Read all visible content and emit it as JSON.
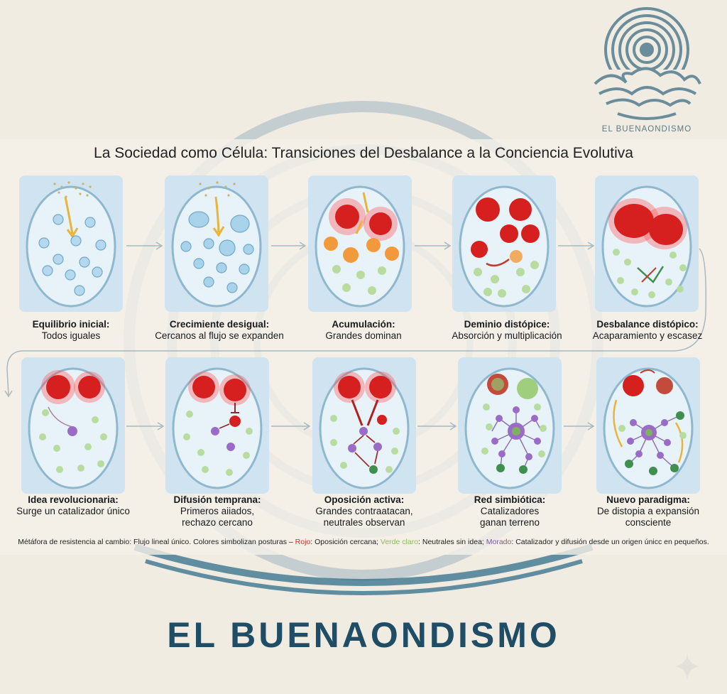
{
  "title": "La Sociedad como Célula: Transiciones del Desbalance a la Conciencia Evolutiva",
  "brand_small": "EL BUENAONDISMO",
  "brand_large": "EL BUENAONDISMO",
  "stages": [
    {
      "heading": "Equilibrio inicial:",
      "desc": "Todos iguales"
    },
    {
      "heading": "Crecimiente desigual:",
      "desc": "Cercanos al flujo se expanden"
    },
    {
      "heading": "Acumulación:",
      "desc": "Grandes dominan"
    },
    {
      "heading": "Deminio distópice:",
      "desc": "Absorción y multiplicación"
    },
    {
      "heading": "Desbalance distópico:",
      "desc": "Acaparamiento y escasez"
    },
    {
      "heading": "Idea revolucionaria:",
      "desc": "Surge un catalizador único"
    },
    {
      "heading": "Difusión temprana:",
      "desc": "Primeros aiiados,\nrechazo cercano"
    },
    {
      "heading": "Oposición activa:",
      "desc": "Grandes contraatacan,\nneutrales observan"
    },
    {
      "heading": "Red simbiótica:",
      "desc": "Catalizadores\nganan terreno"
    },
    {
      "heading": "Nuevo paradigma:",
      "desc": "De distopia a expansión\nconsciente"
    }
  ],
  "legend": {
    "prefix": "Métáfora de resistencia al cambio: Flujo lineal único. Colores simbolizan posturas – ",
    "rojo": "Rojo",
    "rojo_desc": ": Oposición cercana; ",
    "verde": "Verde claro",
    "verde_desc": ": Neutrales sin idea; ",
    "morado": "Morado",
    "morado_desc": ": Catalizador y difusión desde un origen únicc en pequeños."
  },
  "colors": {
    "blue_cell": "#a9d3ea",
    "red": "#d61f1f",
    "orange": "#f29a3b",
    "green": "#a9d48a",
    "purple": "#9b6cc7",
    "dark_green": "#3f8f4f",
    "brand": "#1f4d66"
  }
}
